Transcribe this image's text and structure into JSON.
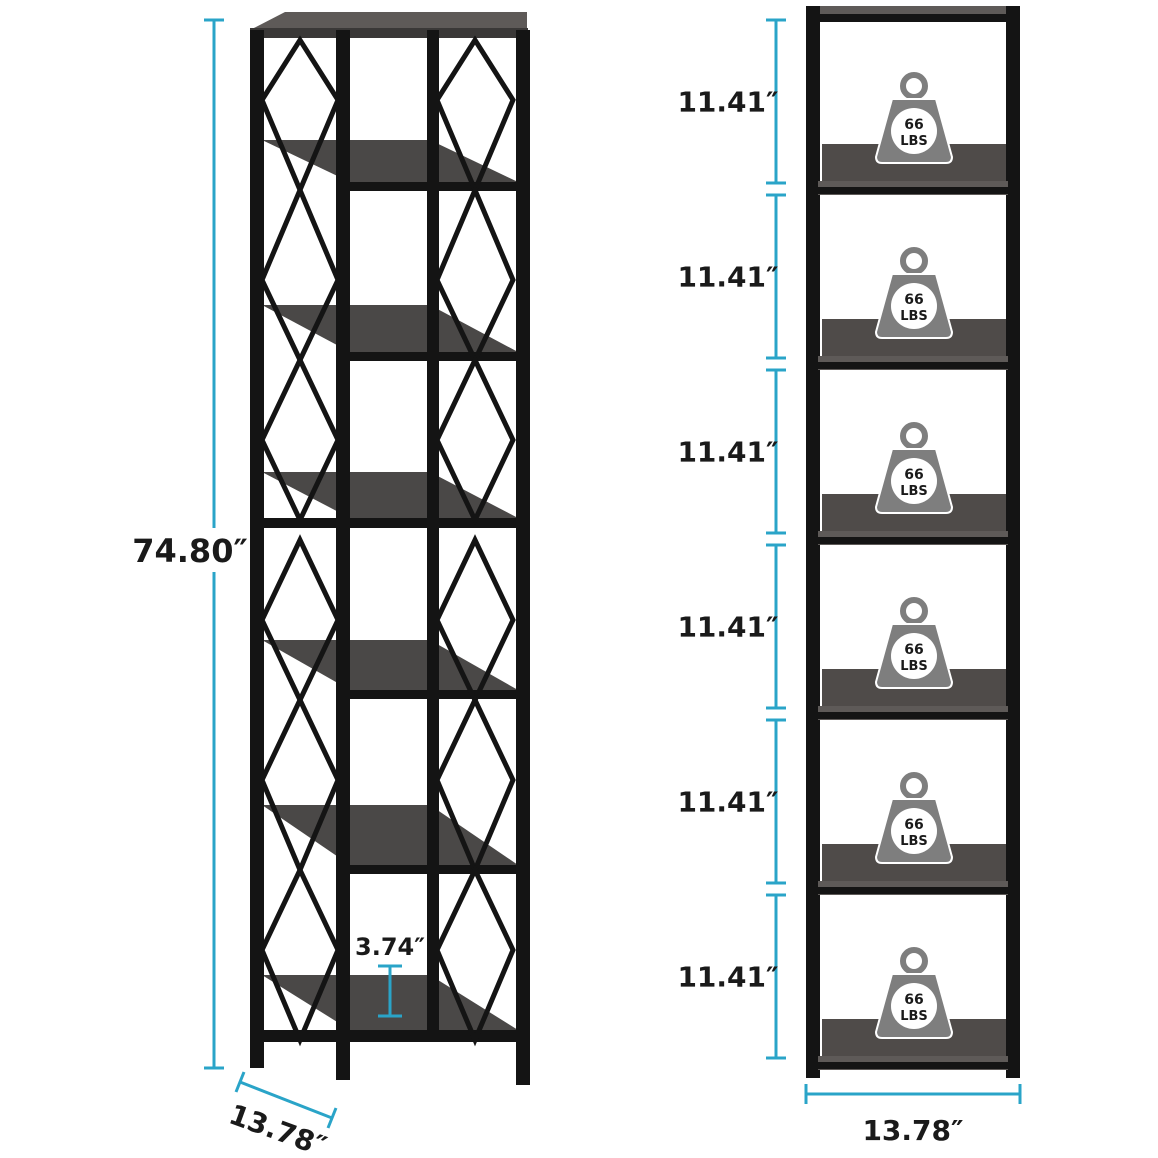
{
  "colors": {
    "dimension_line": "#2aa4c8",
    "frame": "#141414",
    "wood": "#4f4b49",
    "wood_light": "#6b6765",
    "weight_badge": "#7e7e7e",
    "background": "#ffffff"
  },
  "left_view": {
    "height_label": "74.80″",
    "depth_label": "13.78″",
    "bottom_gap_label": "3.74″"
  },
  "right_view": {
    "width_label": "13.78″",
    "shelves": [
      {
        "spacing_label": "11.41″",
        "weight_value": "66",
        "weight_unit": "LBS"
      },
      {
        "spacing_label": "11.41″",
        "weight_value": "66",
        "weight_unit": "LBS"
      },
      {
        "spacing_label": "11.41″",
        "weight_value": "66",
        "weight_unit": "LBS"
      },
      {
        "spacing_label": "11.41″",
        "weight_value": "66",
        "weight_unit": "LBS"
      },
      {
        "spacing_label": "11.41″",
        "weight_value": "66",
        "weight_unit": "LBS"
      },
      {
        "spacing_label": "11.41″",
        "weight_value": "66",
        "weight_unit": "LBS"
      }
    ]
  }
}
